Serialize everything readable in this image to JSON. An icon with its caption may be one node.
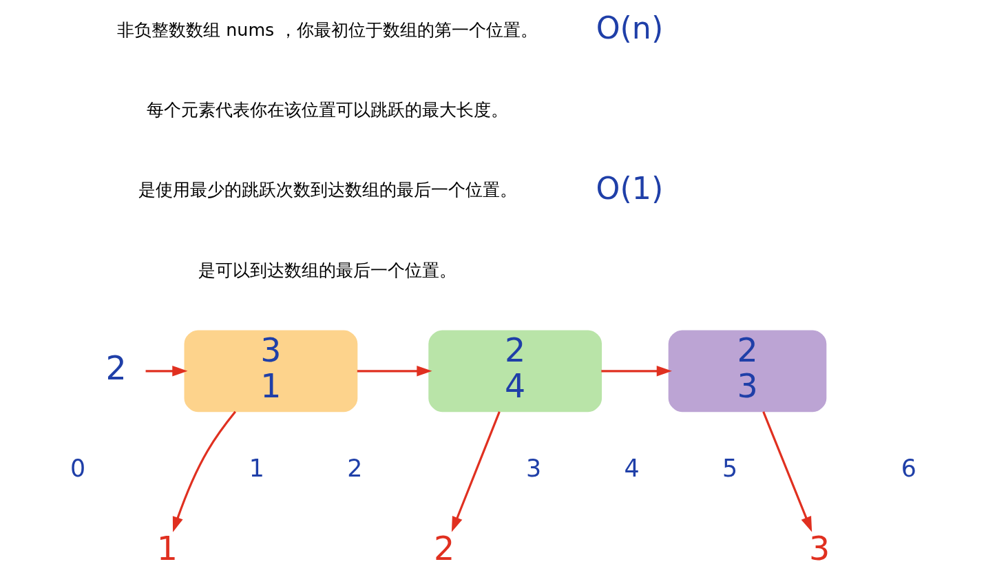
{
  "diagram": {
    "nodes": [
      {
        "text": [
          "2"
        ]
      },
      {
        "text": [
          "3",
          "1"
        ]
      },
      {
        "text": [
          "2",
          "4"
        ]
      },
      {
        "text": [
          "2",
          "3"
        ]
      },
      {
        "text": [
          "1"
        ]
      },
      {
        "text": [
          "2"
        ]
      },
      {
        "text": [
          "3"
        ]
      }
    ],
    "edges": [
      {
        "from": 0,
        "to": 1,
        "arrow": "to"
      },
      {
        "from": 1,
        "to": 2,
        "arrow": "to"
      },
      {
        "from": 2,
        "to": 3,
        "arrow": "to"
      },
      {
        "from": 1,
        "to": 4,
        "arrow": "to"
      },
      {
        "from": 2,
        "to": 5,
        "arrow": "to"
      },
      {
        "from": 3,
        "to": 6,
        "arrow": "to"
      }
    ],
    "labels": [
      "非负整数数组 nums ，你最初位于数组的第一个位置。",
      "每个元素代表你在该位置可以跳跃的最大长度。",
      "是使用最少的跳跃次数到达数组的最后一个位置。",
      "是可以到达数组的最后一个位置。",
      "O(n)",
      "O(1)",
      "0",
      "1",
      "2",
      "3",
      "4",
      "5",
      "6"
    ]
  }
}
